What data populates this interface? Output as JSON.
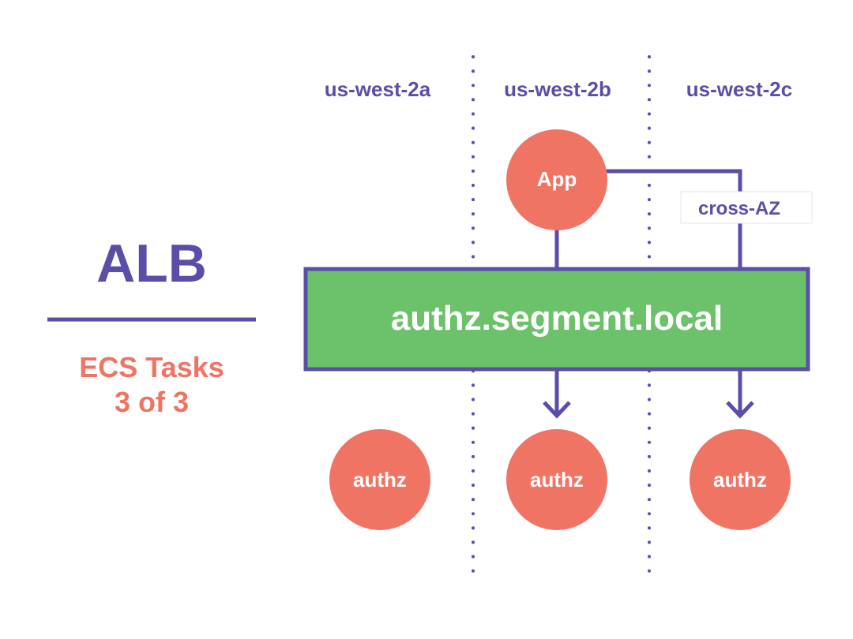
{
  "left_panel": {
    "title": "ALB",
    "subtitle_line1": "ECS Tasks",
    "subtitle_line2": "3 of 3"
  },
  "zones": [
    {
      "label": "us-west-2a"
    },
    {
      "label": "us-west-2b"
    },
    {
      "label": "us-west-2c"
    }
  ],
  "app_node": {
    "label": "App"
  },
  "cross_az": {
    "label": "cross-AZ"
  },
  "service_box": {
    "label": "authz.segment.local"
  },
  "tasks": [
    {
      "label": "authz"
    },
    {
      "label": "authz"
    },
    {
      "label": "authz"
    }
  ],
  "colors": {
    "purple": "#5b4ea8",
    "coral": "#ef7464",
    "green": "#6cc26a",
    "white": "#ffffff"
  }
}
